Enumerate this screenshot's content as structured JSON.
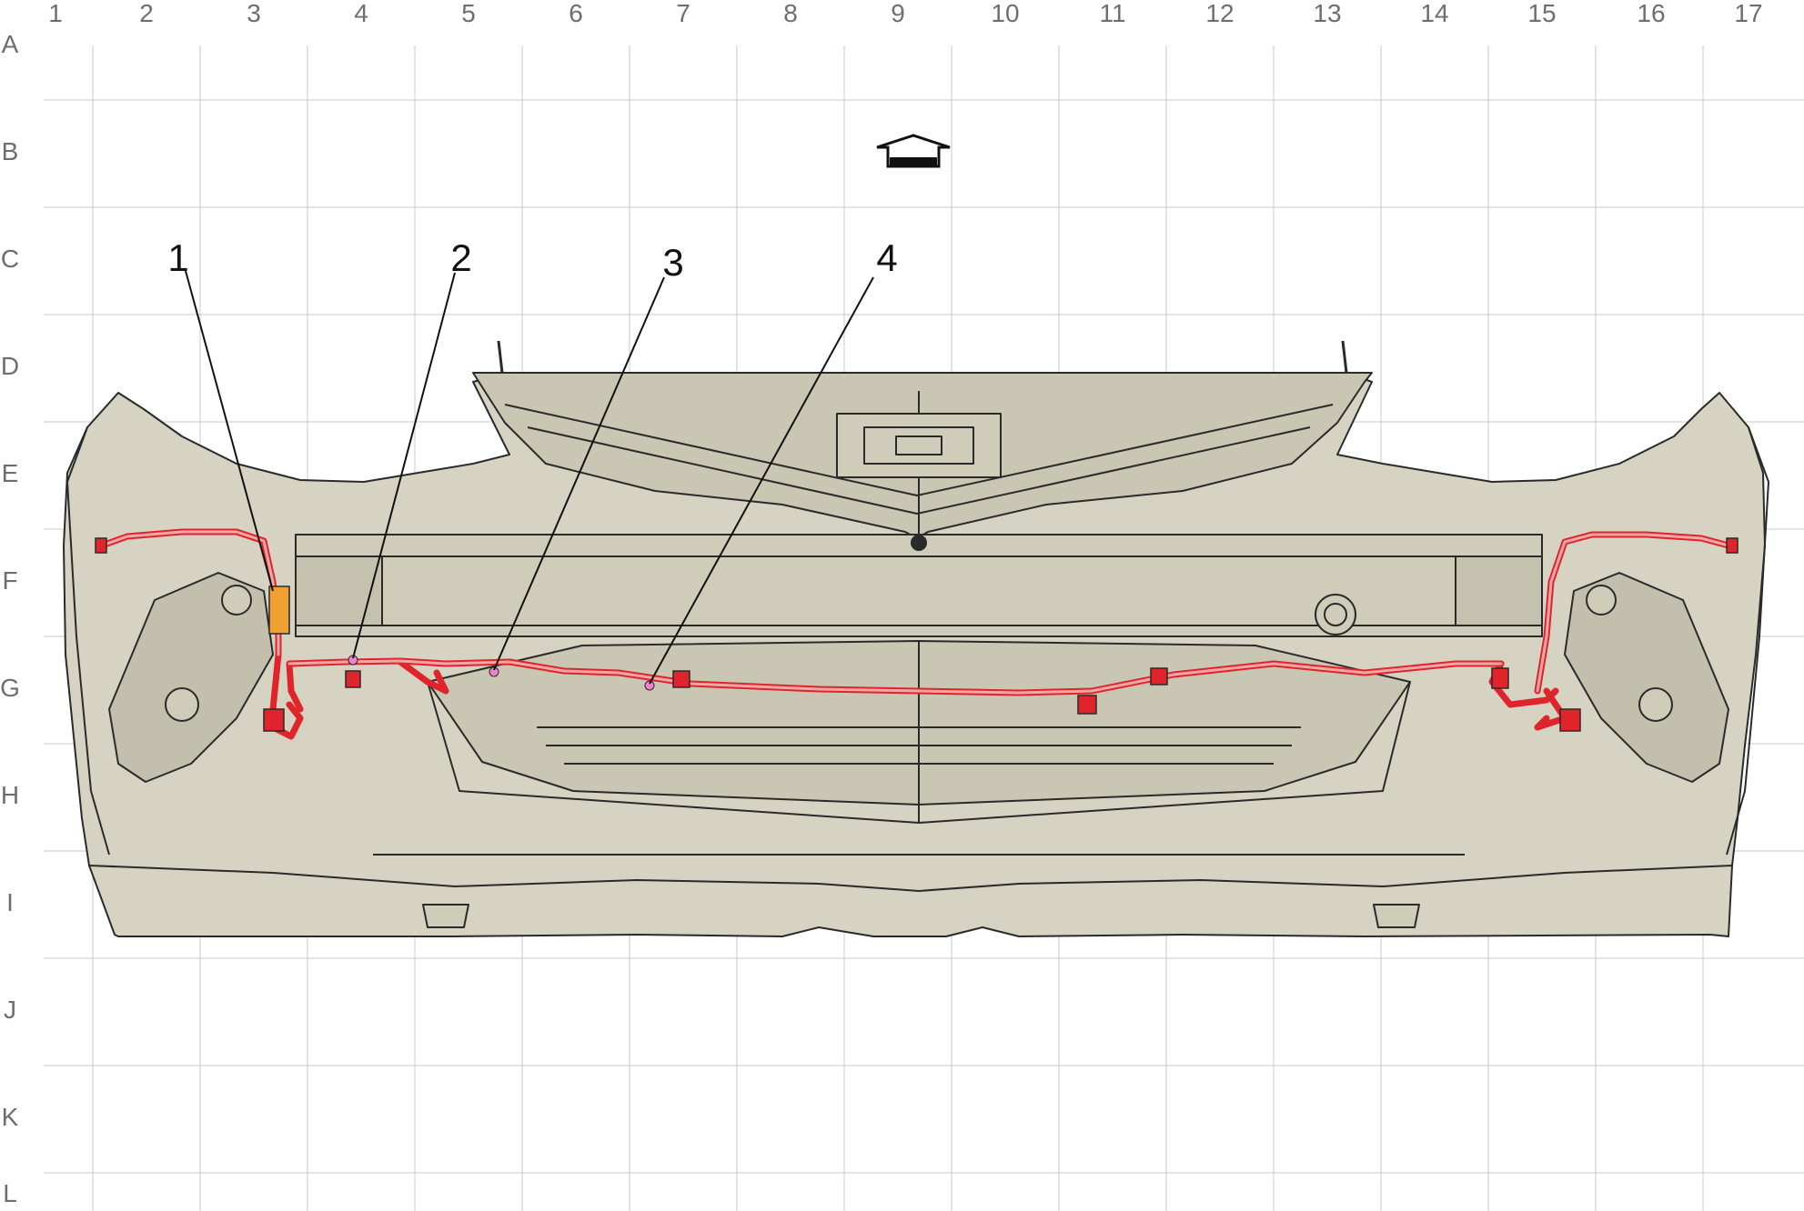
{
  "grid": {
    "columns": [
      "1",
      "2",
      "3",
      "4",
      "5",
      "6",
      "7",
      "8",
      "9",
      "10",
      "11",
      "12",
      "13",
      "14",
      "15",
      "16",
      "17"
    ],
    "rows": [
      "A",
      "B",
      "C",
      "D",
      "E",
      "F",
      "G",
      "H",
      "I",
      "J",
      "K",
      "L"
    ]
  },
  "callouts": [
    {
      "label": "1"
    },
    {
      "label": "2"
    },
    {
      "label": "3"
    },
    {
      "label": "4"
    }
  ],
  "icons": {
    "orientation": "arrow-up-icon"
  },
  "colors": {
    "bumper_fill": "#d6d3c2",
    "outline": "#2a2a2a",
    "harness": "#e0242c",
    "harness_fill": "#f2a7a7",
    "module": "#f0a030",
    "connector_pink": "#f080d0",
    "grid": "#c8c8c8"
  }
}
